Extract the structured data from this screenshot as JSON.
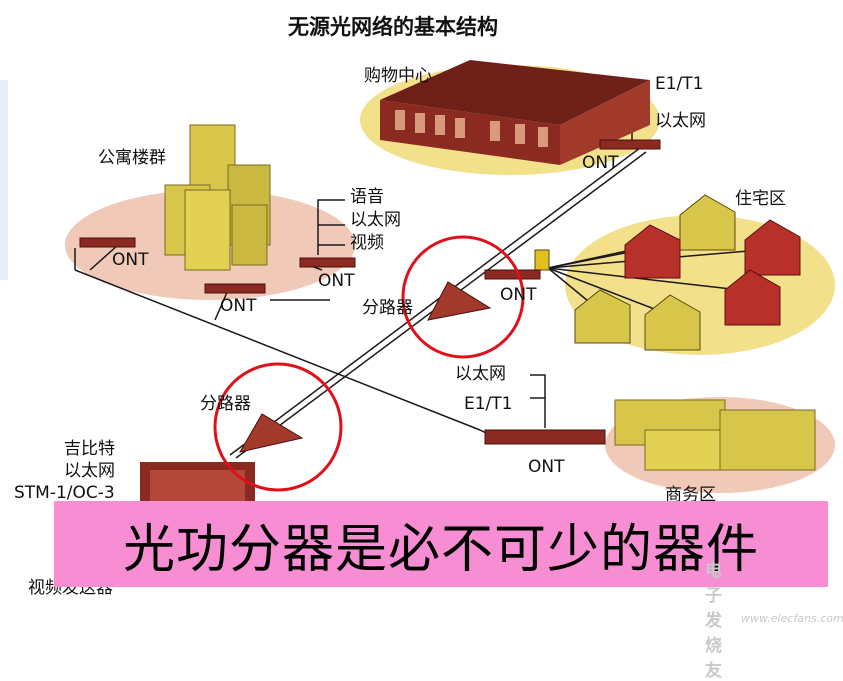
{
  "title": "无源光网络的基本结构",
  "labels": {
    "shopping": "购物中心",
    "e1t1_top": "E1/T1",
    "ethernet_top": "以太网",
    "ont_shopping": "ONT",
    "apartments": "公寓楼群",
    "voice": "语音",
    "ethernet_mid": "以太网",
    "video": "视频",
    "ont_apt_left": "ONT",
    "ont_apt_right": "ONT",
    "ont_apt_bottom": "ONT",
    "residential": "住宅区",
    "ont_residential": "ONT",
    "splitter_upper": "分路器",
    "splitter_lower": "分路器",
    "ethernet_lower": "以太网",
    "e1t1_lower": "E1/T1",
    "ont_commercial": "ONT",
    "commercial": "商务区",
    "gigabit": "吉比特",
    "ethernet_olt": "以太网",
    "stm": "STM-1/OC-3",
    "video_tx": "视频发送器"
  },
  "banner": "光功分器是必不可少的器件",
  "watermark": {
    "name": "电子发烧友",
    "url": "www.elecfans.com"
  },
  "colors": {
    "highlight_circle": "#e0101a",
    "building_brown": "#8a2a20",
    "building_yellow": "#d8c64a",
    "house_red": "#b8302a",
    "ground_pink": "#f0c9b8",
    "ground_yellow": "#f2e08a",
    "banner": "#f78ed3"
  }
}
